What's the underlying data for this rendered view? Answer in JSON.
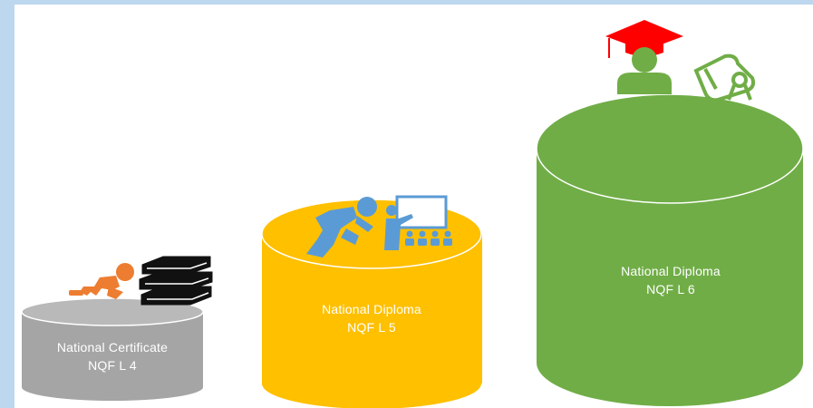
{
  "diagram": {
    "levels": [
      {
        "name": "National Certificate",
        "level": "NQF L 4",
        "color": "#a5a5a5",
        "icons": [
          "crawling-baby-icon",
          "books-stack-icon"
        ]
      },
      {
        "name": "National Diploma",
        "level": "NQF L 5",
        "color": "#ffc000",
        "icons": [
          "climbing-person-icon",
          "teacher-presentation-icon"
        ]
      },
      {
        "name": "National Diploma",
        "level": "NQF L 6",
        "color": "#70ad47",
        "icons": [
          "graduate-icon",
          "diploma-scroll-icon"
        ]
      }
    ],
    "colors": {
      "background_frame": "#bdd7ee",
      "orange_icon": "#ed7d31",
      "blue_icon": "#5b9bd5",
      "green_icon": "#70ad47",
      "cap_red": "#ff0000"
    }
  }
}
